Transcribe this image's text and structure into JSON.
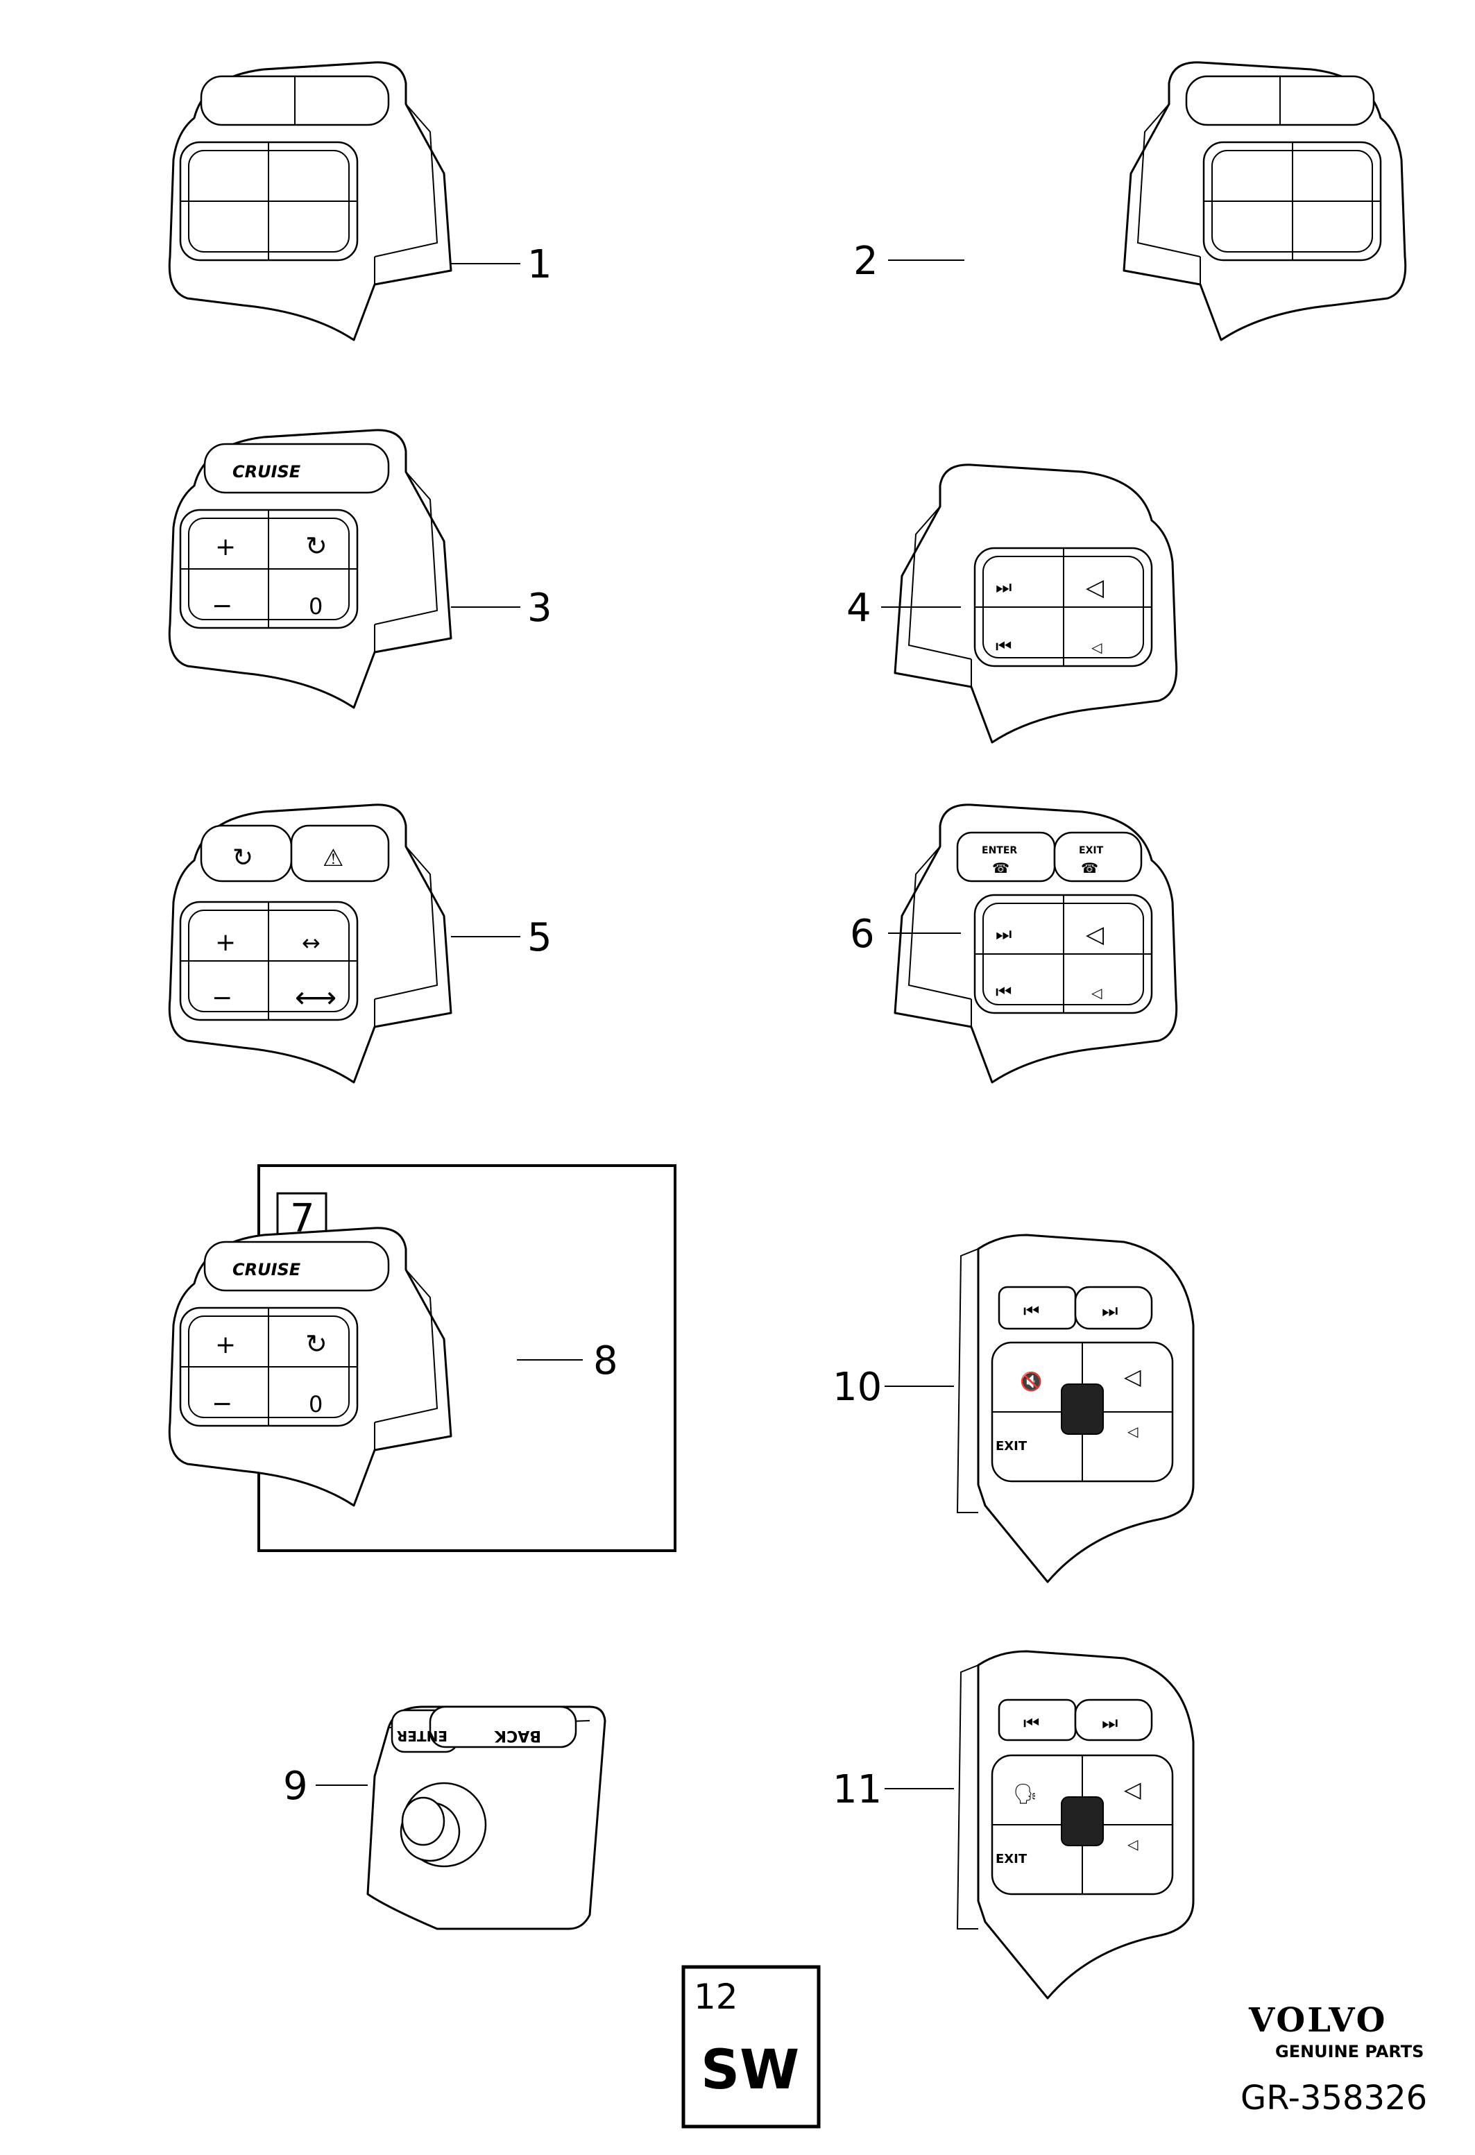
{
  "callouts": [
    "1",
    "2",
    "3",
    "4",
    "5",
    "6",
    "7",
    "8",
    "9",
    "10",
    "11"
  ],
  "button_labels": {
    "cruise": "CRUISE",
    "plus": "+",
    "minus": "−",
    "zero": "0",
    "enter": "ENTER",
    "exit": "EXIT",
    "exit_caps": "EXIT",
    "back_mirrored": "BACK",
    "enter_mirrored": "ENTER"
  },
  "group_box": {
    "number": "7"
  },
  "section_box": {
    "number": "12",
    "code": "SW"
  },
  "brand": {
    "name": "VOLVO",
    "tagline": "GENUINE PARTS"
  },
  "drawing_ref": "GR-358326"
}
